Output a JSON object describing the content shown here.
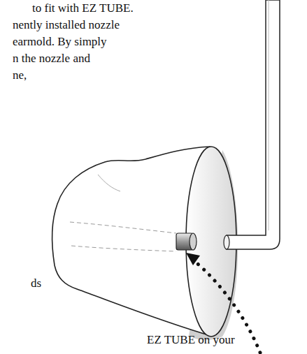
{
  "diagram": {
    "labels": [
      "to fit with EZ TUBE.",
      "nently installed nozzle",
      "earmold. By simply",
      "n the nozzle and",
      "ne,",
      "ds",
      "EZ TUBE on your"
    ]
  }
}
